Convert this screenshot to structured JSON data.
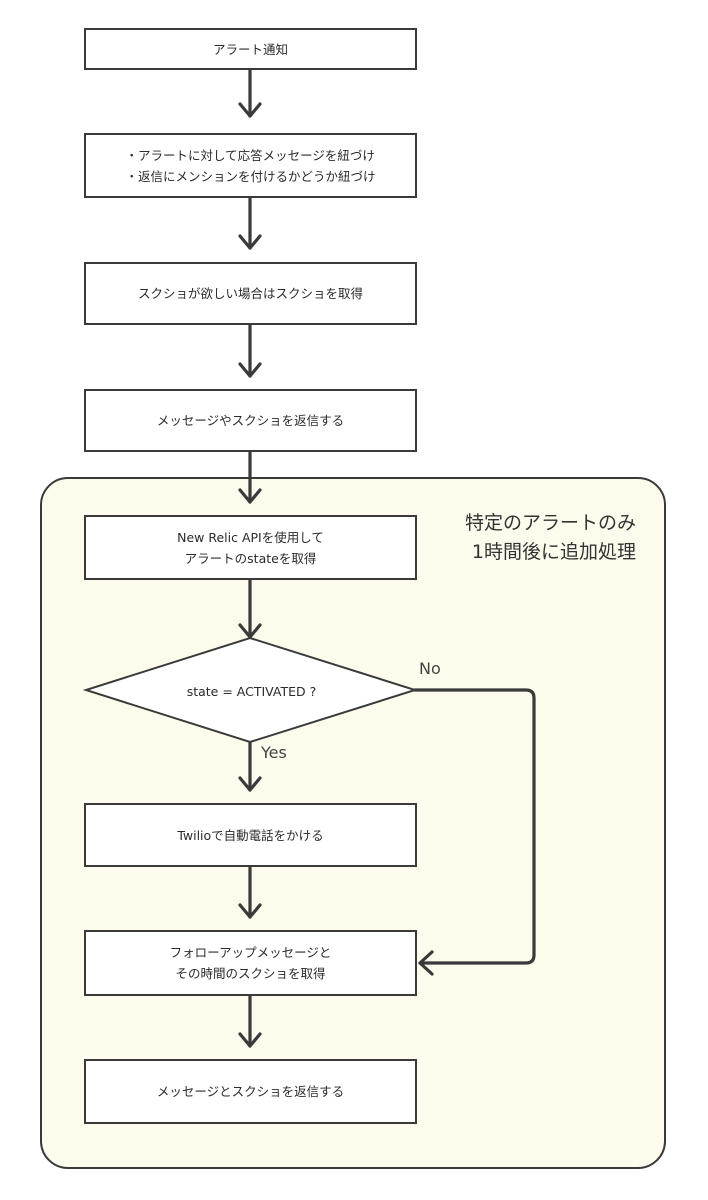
{
  "nodes": {
    "alert_notice": {
      "lines": [
        "アラート通知"
      ]
    },
    "link_messages": {
      "lines": [
        "・アラートに対して応答メッセージを紐づけ",
        "・返信にメンションを付けるかどうか紐づけ"
      ]
    },
    "get_screenshot": {
      "lines": [
        "スクショが欲しい場合はスクショを取得"
      ]
    },
    "reply_message": {
      "lines": [
        "メッセージやスクショを返信する"
      ]
    },
    "get_state": {
      "lines": [
        "New Relic APIを使用して",
        "アラートのstateを取得"
      ]
    },
    "decision": {
      "label": "state = ACTIVATED ?"
    },
    "twilio_call": {
      "lines": [
        "Twilioで自動電話をかける"
      ]
    },
    "follow_up": {
      "lines": [
        "フォローアップメッセージと",
        "その時間のスクショを取得"
      ]
    },
    "reply_final": {
      "lines": [
        "メッセージとスクショを返信する"
      ]
    }
  },
  "region": {
    "lines": [
      "特定のアラートのみ",
      "1時間後に追加処理"
    ]
  },
  "edges": {
    "yes_label": "Yes",
    "no_label": "No"
  },
  "colors": {
    "stroke": "#3a3a3a",
    "region_fill": "#fdfbec",
    "box_fill": "#ffffff"
  }
}
